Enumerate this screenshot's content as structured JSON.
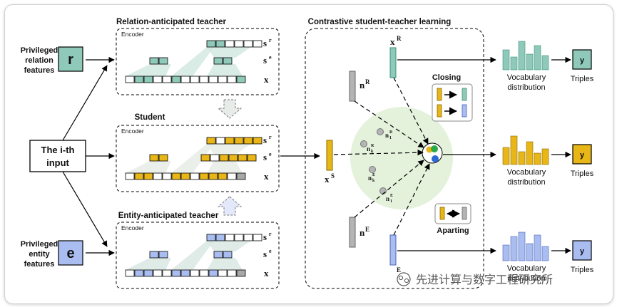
{
  "sections": {
    "relation_teacher": "Relation-anticipated teacher",
    "student": "Student",
    "entity_teacher": "Entity-anticipated teacher",
    "contrastive": "Contrastive student-teacher learning"
  },
  "encoder_label": "Encoder",
  "row_labels": {
    "s_base": "s",
    "r_sup": "r",
    "e_sup": "e",
    "x": "x"
  },
  "inputs": {
    "relation_label": [
      "Privileged",
      "relation",
      "features"
    ],
    "relation_symbol": "r",
    "entity_label": [
      "Privileged",
      "entity",
      "features"
    ],
    "entity_symbol": "e",
    "ith_input": [
      "The i-th",
      "input"
    ]
  },
  "vectors": {
    "xR": "x",
    "xR_sup": "R",
    "xS": "x",
    "xS_sup": "S",
    "xE_sup": "E",
    "nR": "n",
    "nR_sup": "R",
    "nE": "n",
    "nE_sup": "E",
    "nk": "n",
    "nk_sub": "k",
    "n1": "n",
    "n1_sub": "1",
    "sup_R": "R",
    "sup_E": "E"
  },
  "legend": {
    "closing": "Closing",
    "aparting": "Aparting"
  },
  "outputs": {
    "vocab": [
      "Vocabulary",
      "distribution"
    ],
    "triples": "Triples",
    "y": "y"
  },
  "watermark": "先进计算与数字工程研究所",
  "colors": {
    "teal": "#8fc9b9",
    "teal_dark": "#3f8f7c",
    "gold": "#e8b617",
    "gold_dark": "#8a6a00",
    "blue": "#a9bdf0",
    "blue_dark": "#4a63b5",
    "gray": "#b4b4b4",
    "green_bg": "#e4f2dc"
  }
}
